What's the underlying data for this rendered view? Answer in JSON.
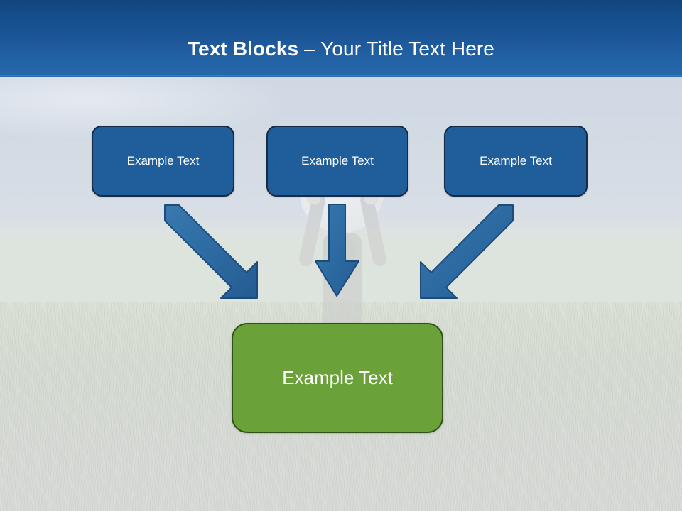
{
  "slide": {
    "title_strong": "Text Blocks",
    "title_rest": " – Your Title Text Here",
    "colors": {
      "header_dark": "#12447e",
      "header_light": "#2668ab",
      "node_blue_fill": "#1f5d9b",
      "node_blue_border": "#152b46",
      "node_green_fill": "#6aa239",
      "node_green_border": "#2f5115",
      "arrow_fill": "#2e6ca4",
      "arrow_stroke": "#1d4c7a",
      "text_white": "#ffffff"
    }
  },
  "diagram": {
    "type": "convergence",
    "top_nodes": [
      {
        "id": "node-1",
        "label": "Example Text"
      },
      {
        "id": "node-2",
        "label": "Example Text"
      },
      {
        "id": "node-3",
        "label": "Example Text"
      }
    ],
    "result_node": {
      "id": "node-result",
      "label": "Example Text"
    },
    "arrows": [
      {
        "id": "arrow-left",
        "from": "node-1",
        "to": "node-result",
        "direction": "down-right"
      },
      {
        "id": "arrow-middle",
        "from": "node-2",
        "to": "node-result",
        "direction": "down"
      },
      {
        "id": "arrow-right",
        "from": "node-3",
        "to": "node-result",
        "direction": "down-left"
      }
    ]
  },
  "background": {
    "scene": "golfer-holding-golf-ball-over-grass-field",
    "sky_label": "sky",
    "grass_label": "grass"
  }
}
